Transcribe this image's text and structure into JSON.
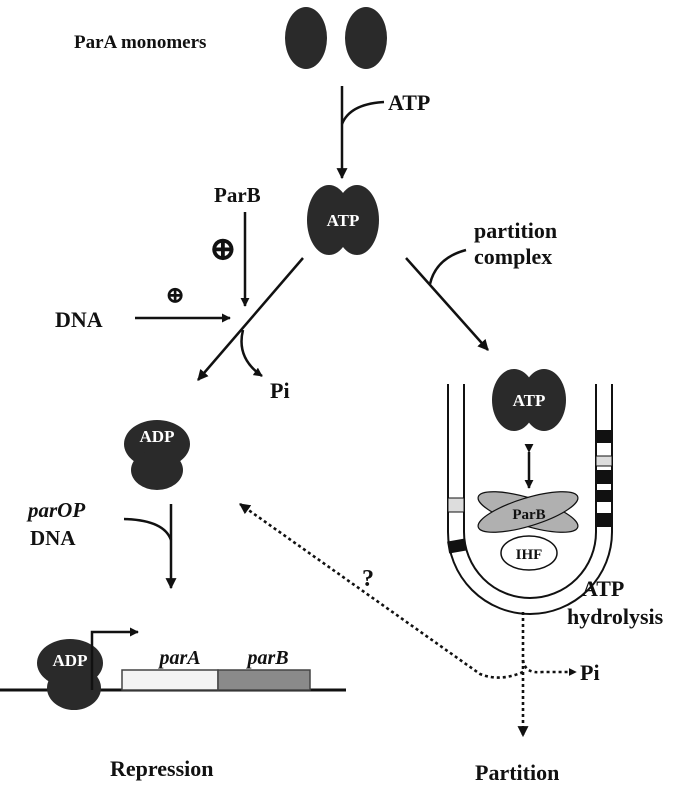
{
  "labels": {
    "monomers": "ParA monomers",
    "atp_input": "ATP",
    "parb": "ParB",
    "dna": "DNA",
    "pi_left": "Pi",
    "partition_line1": "partition",
    "partition_line2": "complex",
    "parop_line1": "parOP",
    "parop_line2": "DNA",
    "question": "?",
    "hydrolysis_line1": "ATP",
    "hydrolysis_line2": "hydrolysis",
    "pi_right": "Pi",
    "repression": "Repression",
    "partition": "Partition",
    "plus_large": "⊕",
    "plus_small": "⊕"
  },
  "blobs": {
    "atp_center": "ATP",
    "adp_left": "ADP",
    "atp_complex": "ATP",
    "adp_operator": "ADP"
  },
  "complex": {
    "parb": "ParB",
    "ihf": "IHF"
  },
  "genes": {
    "para": "parA",
    "parb": "parB"
  },
  "colors": {
    "blob": "#2a2a2a",
    "parb_fill": "#b0b0b0",
    "parb_gene": "#8a8a8a",
    "para_gene": "#f4f4f4"
  }
}
